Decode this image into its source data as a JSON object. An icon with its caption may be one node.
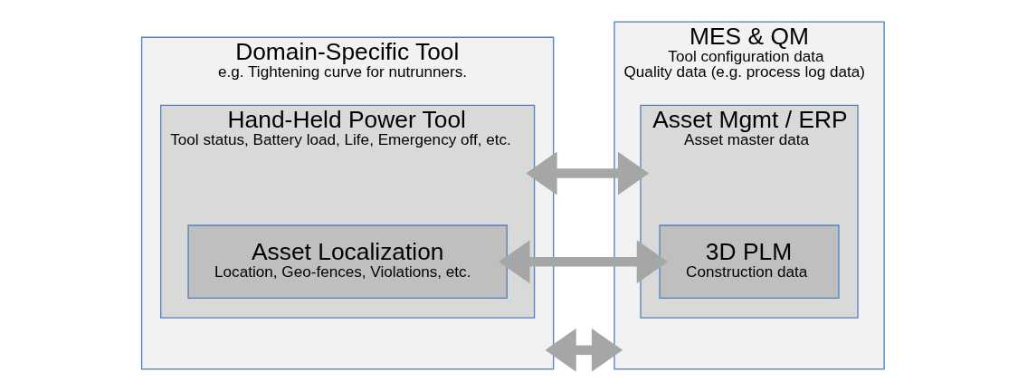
{
  "diagram": {
    "nodes": [
      {
        "text": [
          "Domain-Specific Tool",
          "e.g. Tightening curve for nutrunners."
        ]
      },
      {
        "text": [
          "Hand-Held Power Tool",
          "Tool status, Battery load, Life, Emergency off, etc."
        ],
        "in": 0
      },
      {
        "text": [
          "Asset Localization",
          "Location, Geo-fences, Violations, etc."
        ],
        "in": 1
      },
      {
        "text": [
          "MES & QM",
          "Tool configuration data",
          "Quality data (e.g. process log data)"
        ]
      },
      {
        "text": [
          "Asset Mgmt / ERP",
          "Asset master data"
        ],
        "in": 3
      },
      {
        "text": [
          "3D PLM",
          "Construction data"
        ],
        "in": 4
      }
    ],
    "edges": [
      {
        "from": 0,
        "to": 3,
        "arrow": "both"
      },
      {
        "from": 1,
        "to": 4,
        "arrow": "both"
      },
      {
        "from": 2,
        "to": 5,
        "arrow": "both"
      }
    ]
  }
}
